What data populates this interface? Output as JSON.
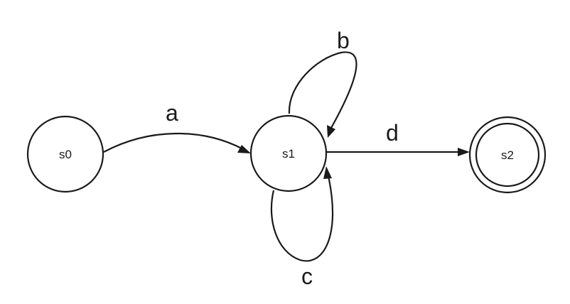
{
  "states": [
    {
      "id": "s0",
      "label": "s0",
      "accepting": false
    },
    {
      "id": "s1",
      "label": "s1",
      "accepting": false
    },
    {
      "id": "s2",
      "label": "s2",
      "accepting": true
    }
  ],
  "transitions": [
    {
      "from": "s0",
      "to": "s1",
      "label": "a"
    },
    {
      "from": "s1",
      "to": "s1",
      "label": "b"
    },
    {
      "from": "s1",
      "to": "s1",
      "label": "c"
    },
    {
      "from": "s1",
      "to": "s2",
      "label": "d"
    }
  ],
  "colors": {
    "stroke": "#1a1a1a",
    "background": "#ffffff"
  }
}
